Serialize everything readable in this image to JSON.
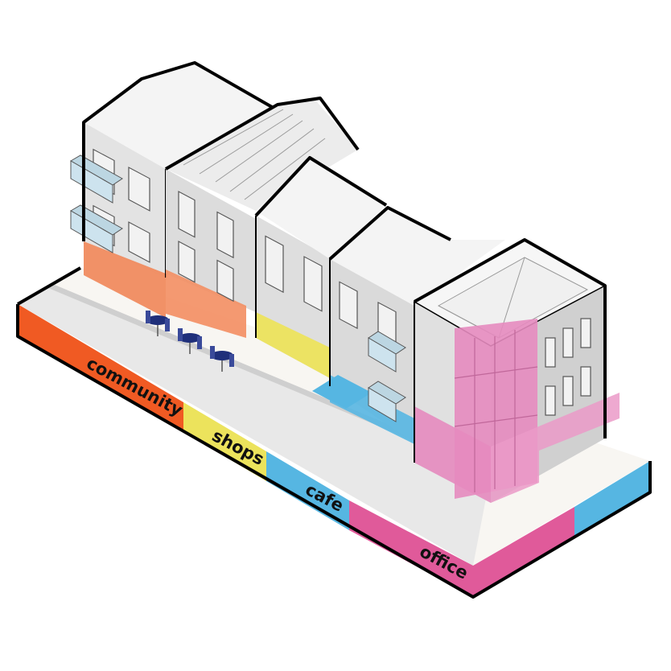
{
  "diagram": {
    "zones": [
      {
        "label": "community",
        "color": "#f05a23"
      },
      {
        "label": "shops",
        "color": "#ece35c"
      },
      {
        "label": "cafe",
        "color": "#56b6e2"
      },
      {
        "label": "office",
        "color": "#e05a9a"
      }
    ],
    "colors": {
      "community": "#f05a23",
      "shops": "#ece35c",
      "cafe": "#56b6e2",
      "office": "#e05a9a",
      "wall": "#d8d8d8",
      "wall_light": "#e9e9e9",
      "roof": "#f7f7f7",
      "pavement": "#f8f6f2",
      "road": "#e6e6e6"
    }
  }
}
